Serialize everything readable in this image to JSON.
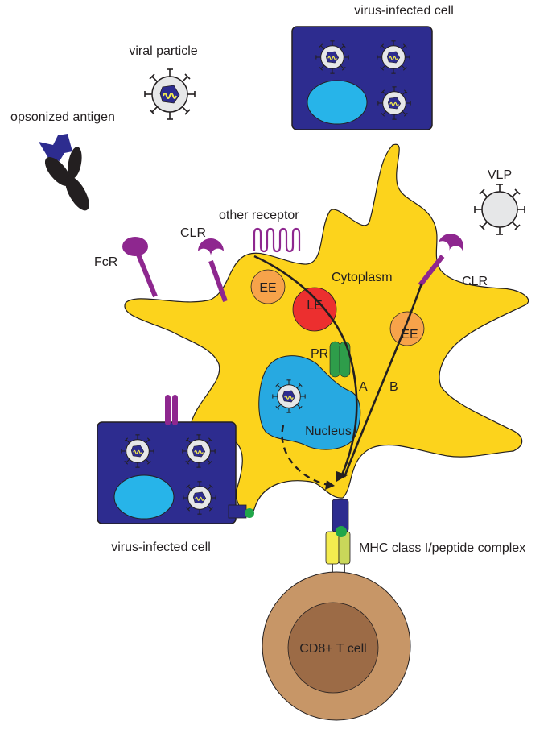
{
  "labels": {
    "virus_infected_cell_top": "virus-infected cell",
    "viral_particle": "viral particle",
    "opsonized_antigen": "opsonized antigen",
    "vlp": "VLP",
    "other_receptor": "other receptor",
    "fcr": "FcR",
    "clr_left": "CLR",
    "clr_right": "CLR",
    "cytoplasm": "Cytoplasm",
    "ee_left": "EE",
    "le": "LE",
    "ee_right": "EE",
    "pr": "PR",
    "pathway_a": "A",
    "pathway_b": "B",
    "nucleus": "Nucleus",
    "virus_infected_cell_bottom": "virus-infected cell",
    "mhc_complex": "MHC class I/peptide complex",
    "cd8_t_cell": "CD8+ T cell"
  },
  "colors": {
    "dendritic_cell": "#fcd31c",
    "infected_cell": "#2d2c8f",
    "infected_cell_nucleus": "#27b4e9",
    "nucleus": "#27a9e1",
    "endosome_early": "#f7a34a",
    "late_endosome": "#ec2f2f",
    "proteasome": "#2e9d4a",
    "receptor": "#8e278f",
    "t_cell_outer": "#c79667",
    "t_cell_inner": "#9c6b46",
    "mhc_alpha": "#f4ec4f",
    "mhc_beta": "#c9d75a",
    "peptide": "#21a64a",
    "antigen": "#2d2c8f",
    "antibody": "#231f20"
  }
}
